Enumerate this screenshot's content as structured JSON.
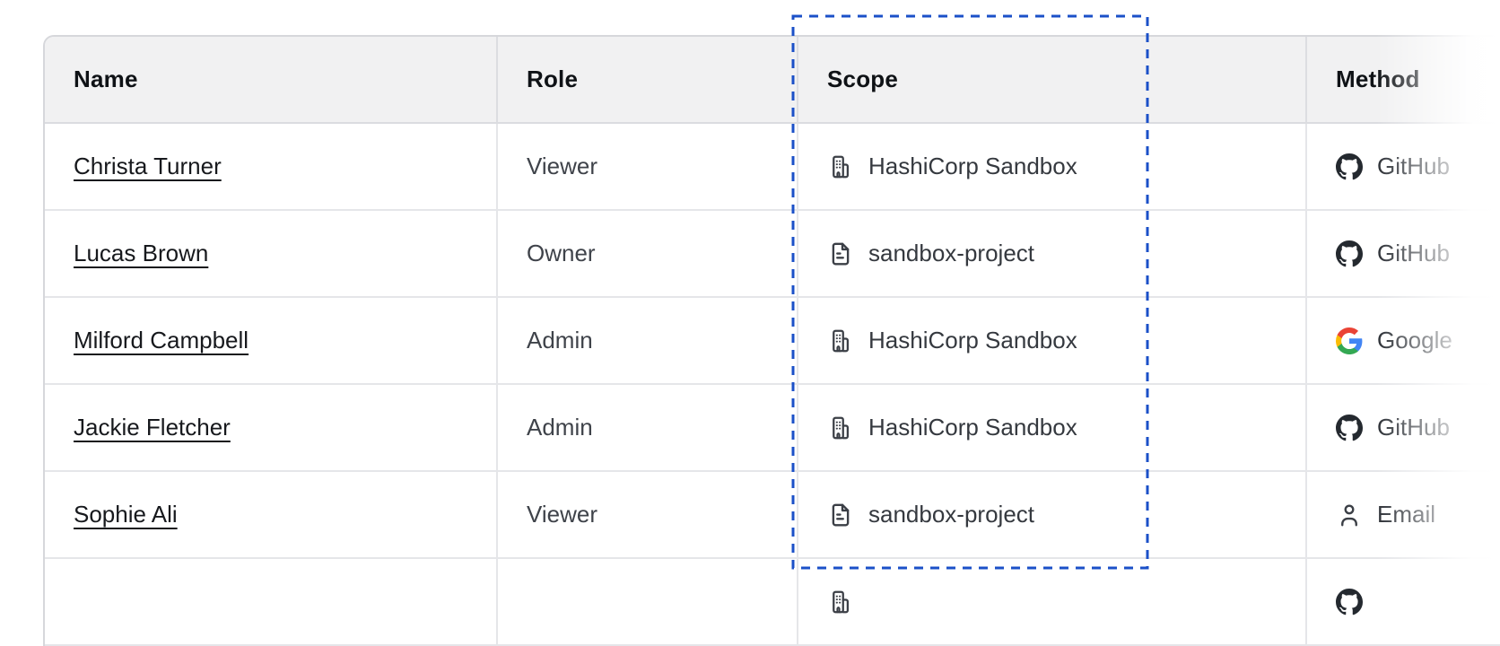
{
  "colors": {
    "selection_blue": "#1b50c8",
    "header_bg": "#f1f1f2",
    "github_black": "#24292f",
    "google_blue": "#4285F4",
    "google_green": "#34A853",
    "google_yellow": "#FBBC05",
    "google_red": "#EA4335"
  },
  "selection": {
    "target_column": "Scope"
  },
  "table": {
    "columns": [
      {
        "label": "Name"
      },
      {
        "label": "Role"
      },
      {
        "label": "Scope"
      },
      {
        "label": "Method"
      }
    ],
    "rows": [
      {
        "name": "Christa Turner",
        "role": "Viewer",
        "scope": {
          "icon": "org-building-icon",
          "label": "HashiCorp Sandbox"
        },
        "method": {
          "icon": "github-icon",
          "label": "GitHub"
        }
      },
      {
        "name": "Lucas Brown",
        "role": "Owner",
        "scope": {
          "icon": "file-text-icon",
          "label": "sandbox-project"
        },
        "method": {
          "icon": "github-icon",
          "label": "GitHub"
        }
      },
      {
        "name": "Milford Campbell",
        "role": "Admin",
        "scope": {
          "icon": "org-building-icon",
          "label": "HashiCorp Sandbox"
        },
        "method": {
          "icon": "google-icon",
          "label": "Google"
        }
      },
      {
        "name": "Jackie Fletcher",
        "role": "Admin",
        "scope": {
          "icon": "org-building-icon",
          "label": "HashiCorp Sandbox"
        },
        "method": {
          "icon": "github-icon",
          "label": "GitHub"
        }
      },
      {
        "name": "Sophie Ali",
        "role": "Viewer",
        "scope": {
          "icon": "file-text-icon",
          "label": "sandbox-project"
        },
        "method": {
          "icon": "email-user-icon",
          "label": "Email"
        }
      },
      {
        "name": "",
        "role": "",
        "scope": {
          "icon": "org-building-icon",
          "label": ""
        },
        "method": {
          "icon": "github-icon",
          "label": ""
        }
      }
    ]
  }
}
